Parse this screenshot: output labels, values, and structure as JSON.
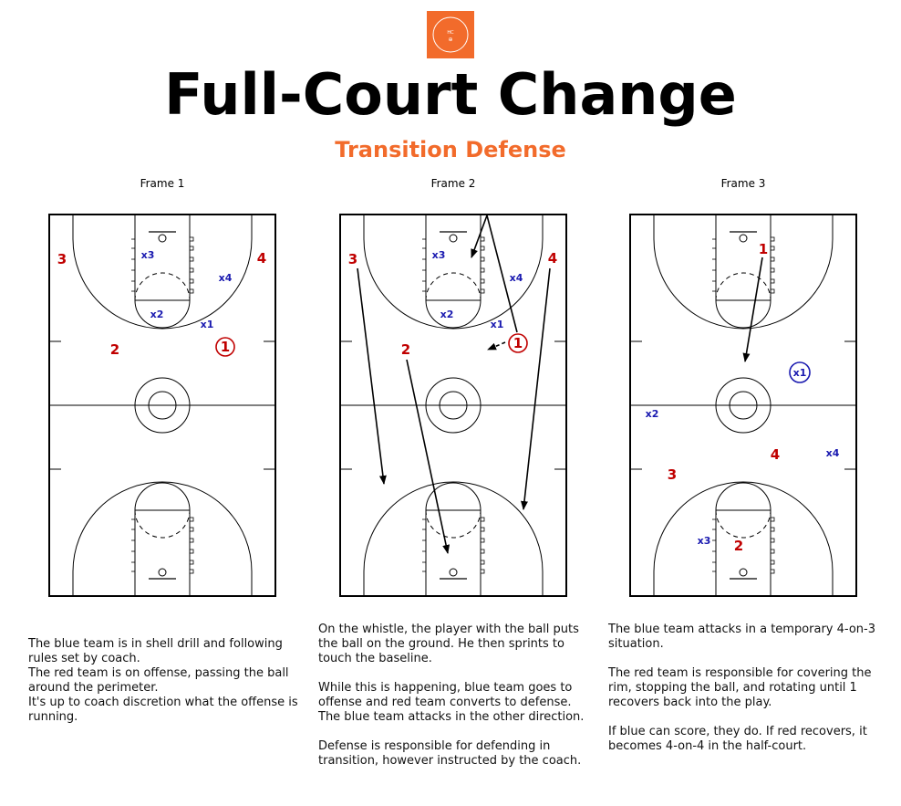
{
  "logo": {
    "text": "HC",
    "mark": "⊕"
  },
  "title": "Full-Court Change",
  "subtitle": "Transition Defense",
  "colors": {
    "accent": "#f26b2b",
    "offense_red": "#c00000",
    "defense_blue": "#1a1ab0"
  },
  "frames": [
    {
      "label": "Frame 1",
      "red_players": [
        "3",
        "4",
        "2",
        "1"
      ],
      "blue_players": [
        "x3",
        "x4",
        "x2",
        "x1"
      ],
      "description": [
        "The blue team is in shell drill and following rules set by coach.\nThe red team is on offense, passing the ball around the perimeter.\nIt's up to coach discretion what the offense is running."
      ]
    },
    {
      "label": "Frame 2",
      "red_players": [
        "3",
        "4",
        "2",
        "1"
      ],
      "blue_players": [
        "x3",
        "x4",
        "x2",
        "x1"
      ],
      "description": [
        "On the whistle, the player with the ball puts the ball on the ground. He then sprints to touch the baseline.",
        "While this is happening, blue team goes to offense and red team converts to defense. The blue team attacks in the other direction.",
        "Defense is responsible for defending in transition, however instructed by the coach."
      ]
    },
    {
      "label": "Frame 3",
      "red_players": [
        "1",
        "4",
        "3",
        "2"
      ],
      "blue_players": [
        "x1",
        "x2",
        "x4",
        "x3"
      ],
      "description": [
        "The blue team attacks in a temporary 4-on-3 situation.",
        "The red team is responsible for covering the rim, stopping the ball, and rotating until 1 recovers back into the play.",
        "If blue can score, they do. If red recovers, it becomes 4-on-4 in the half-court."
      ]
    }
  ]
}
